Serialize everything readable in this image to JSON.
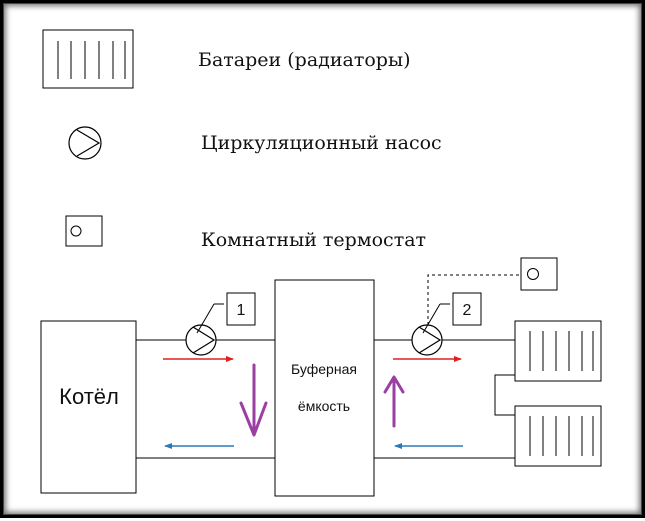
{
  "legend": {
    "radiators": "Батареи (радиаторы)",
    "pump": "Циркуляционный насос",
    "thermostat": "Комнатный термостат"
  },
  "diagram": {
    "boiler_label": "Котёл",
    "buffer_label_line1": "Буферная",
    "buffer_label_line2": "ёмкость",
    "pump1_number": "1",
    "pump2_number": "2"
  },
  "colors": {
    "supply_arrow": "#e02020",
    "return_arrow": "#2a7ab8",
    "flow_arrow": "#9b3fa3",
    "line": "#000000"
  }
}
